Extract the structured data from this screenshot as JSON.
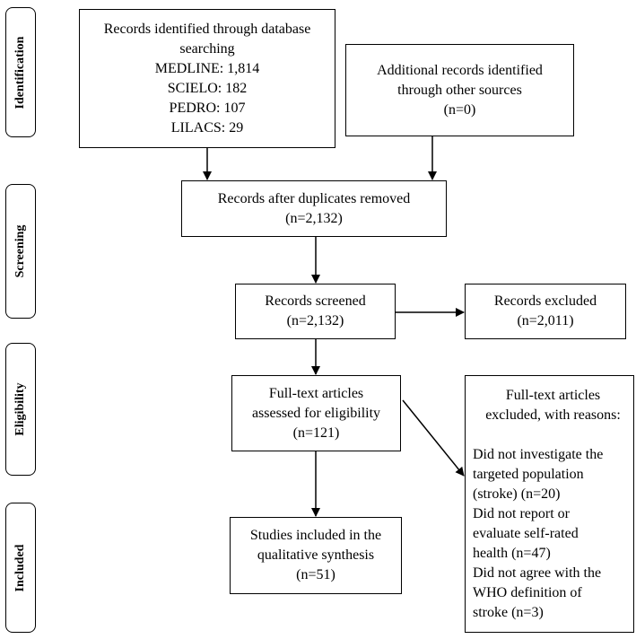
{
  "stages": [
    {
      "id": "identification",
      "label": "Identification"
    },
    {
      "id": "screening",
      "label": "Screening"
    },
    {
      "id": "eligibility",
      "label": "Eligibility"
    },
    {
      "id": "included",
      "label": "Included"
    }
  ],
  "boxes": {
    "database": {
      "lines": [
        "Records identified through database",
        "searching",
        "MEDLINE: 1,814",
        "SCIELO: 182",
        "PEDRO: 107",
        "LILACS: 29"
      ]
    },
    "other_sources": {
      "lines": [
        "Additional records identified",
        "through other sources",
        "(n=0)"
      ]
    },
    "duplicates_removed": {
      "lines": [
        "Records after duplicates removed",
        "(n=2,132)"
      ]
    },
    "screened": {
      "lines": [
        "Records screened",
        "(n=2,132)"
      ]
    },
    "excluded": {
      "lines": [
        "Records excluded",
        "(n=2,011)"
      ]
    },
    "full_text": {
      "lines": [
        "Full-text articles",
        "assessed for eligibility",
        "(n=121)"
      ]
    },
    "full_text_excluded": {
      "lines": [
        "Full-text articles",
        "excluded, with reasons:",
        "",
        "Did not investigate the",
        "targeted population",
        "(stroke) (n=20)",
        "Did not report or",
        "evaluate self-rated",
        "health (n=47)",
        "Did not agree with the",
        "WHO definition of",
        "stroke (n=3)"
      ]
    },
    "included": {
      "lines": [
        "Studies included in the",
        "qualitative synthesis",
        "(n=51)"
      ]
    }
  }
}
